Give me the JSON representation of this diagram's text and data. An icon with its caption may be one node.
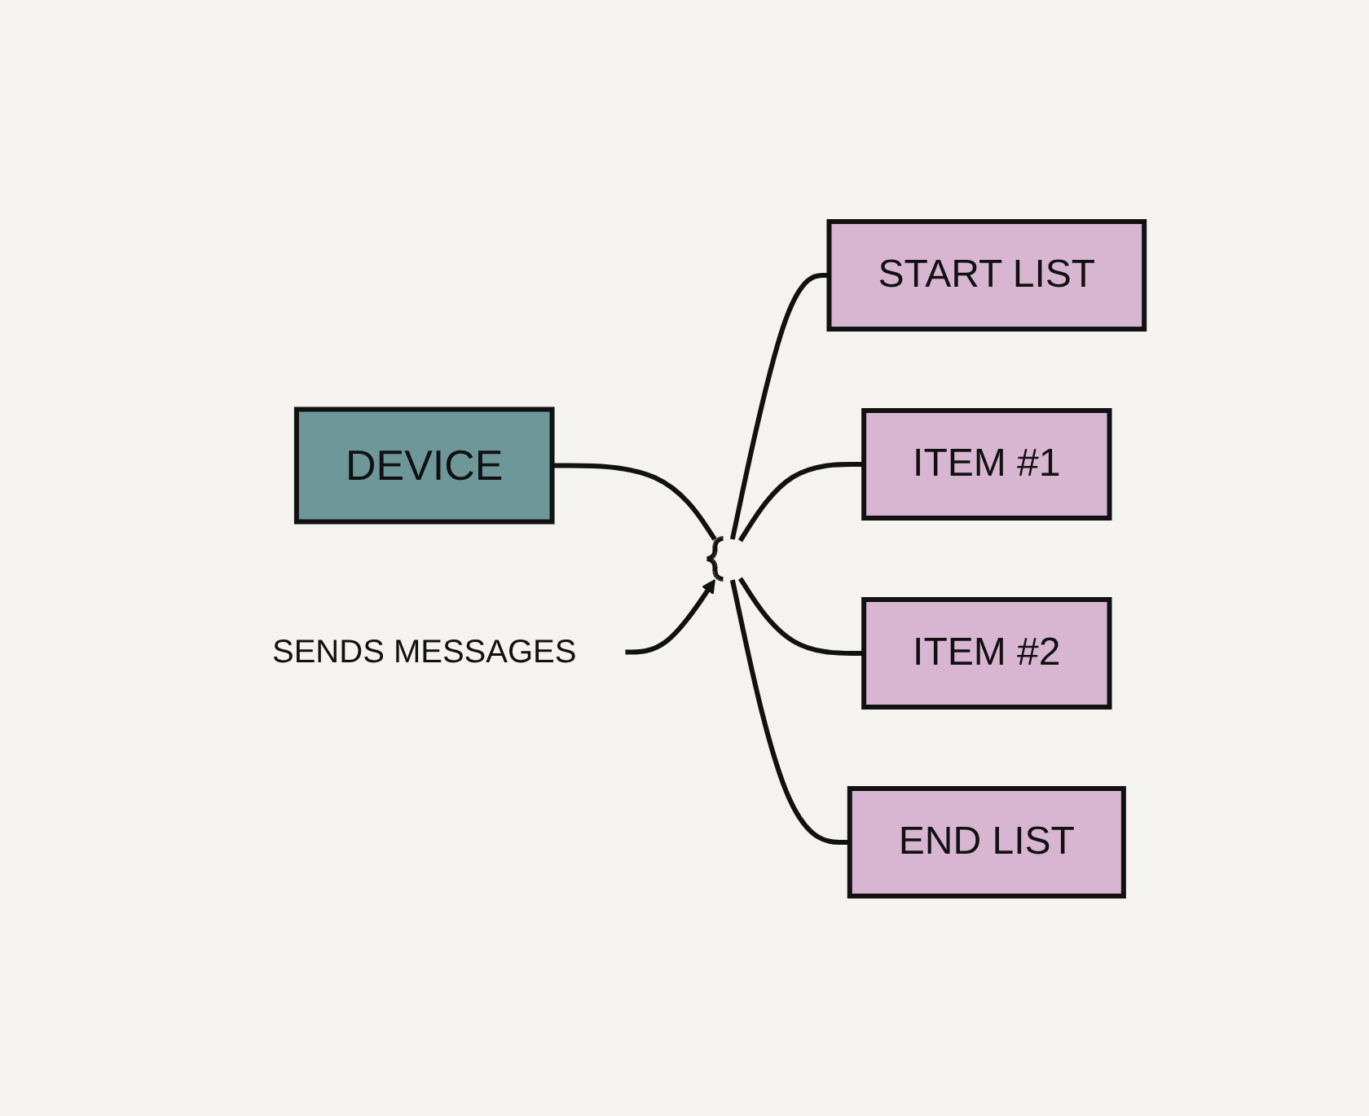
{
  "diagram": {
    "nodes": [
      {
        "text": [
          "DEVICE"
        ]
      },
      {
        "text": [],
        "shape": "brace"
      },
      {
        "text": [
          "START LIST"
        ]
      },
      {
        "text": [
          "ITEM #1"
        ]
      },
      {
        "text": [
          "ITEM #2"
        ]
      },
      {
        "text": [
          "END LIST"
        ]
      },
      {
        "text": [
          "SENDS MESSAGES"
        ]
      }
    ],
    "edges": [
      {
        "from": 0,
        "to": 1,
        "arrow": "none"
      },
      {
        "from": 1,
        "to": 2,
        "arrow": "none"
      },
      {
        "from": 1,
        "to": 3,
        "arrow": "none"
      },
      {
        "from": 1,
        "to": 4,
        "arrow": "none"
      },
      {
        "from": 1,
        "to": 5,
        "arrow": "none"
      },
      {
        "from": 6,
        "to": 1,
        "arrow": "to"
      }
    ]
  }
}
